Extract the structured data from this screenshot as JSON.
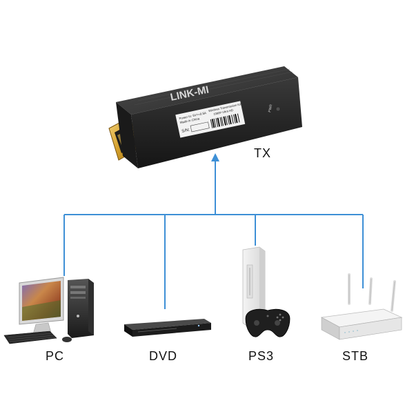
{
  "device": {
    "brand": "LINK-MI",
    "label_lines": [
      "Power In: 5V==0.5A",
      "Made in China"
    ],
    "sn_label": "S/N:",
    "product_lines": [
      "Wireless Transmission Kit",
      "1080P Ultra HD"
    ],
    "pwr_label": "PWR"
  },
  "labels": {
    "tx": "TX",
    "pc": "PC",
    "dvd": "DVD",
    "ps3": "PS3",
    "stb": "STB"
  },
  "colors": {
    "connector": "#3d8fd6",
    "device_body": "#2a2a2a"
  }
}
